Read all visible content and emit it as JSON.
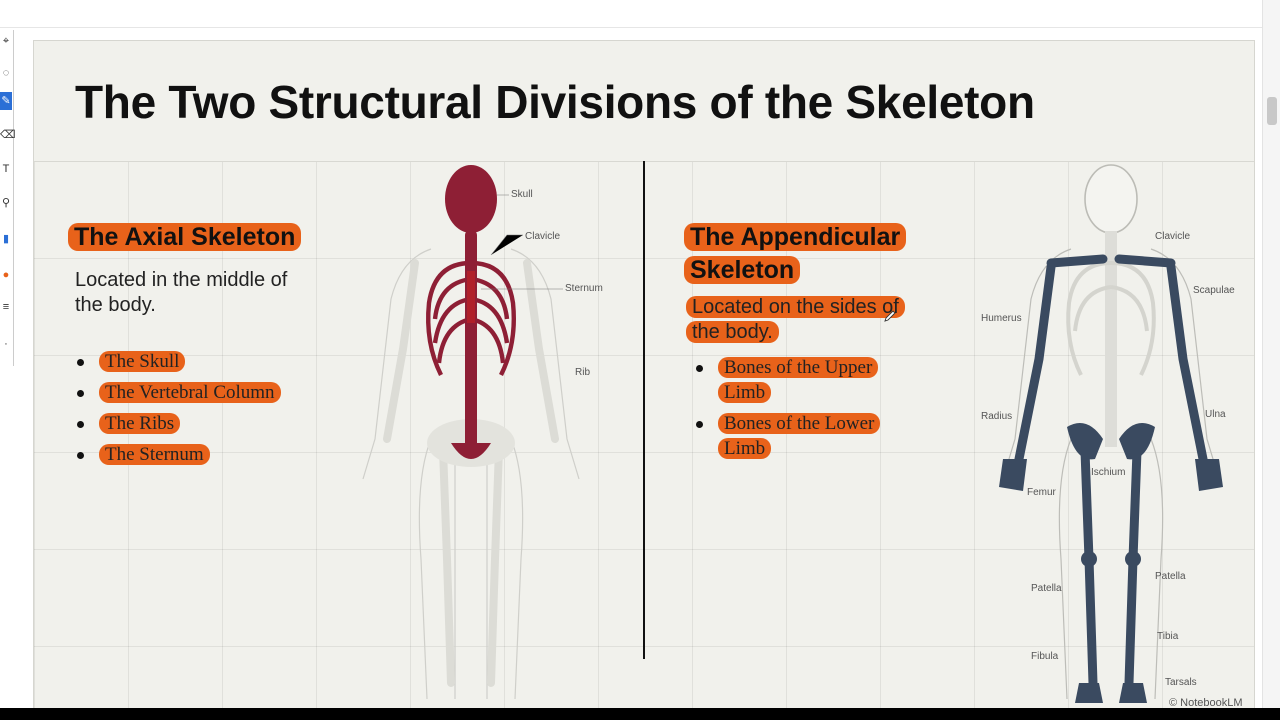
{
  "slide": {
    "title": "The Two Structural Divisions of the Skeleton",
    "highlight_color": "#e8621a",
    "axial": {
      "heading": "The Axial Skeleton",
      "description": "Located in the middle of the body.",
      "items": [
        "The Skull",
        "The Vertebral Column",
        "The Ribs",
        "The Sternum"
      ],
      "bone_color": "#8e1f35",
      "labels": [
        "Skull",
        "Clavicle",
        "Sternum",
        "Rib"
      ]
    },
    "appendicular": {
      "heading": "The Appendicular Skeleton",
      "description": "Located on the sides of the body.",
      "items": [
        "Bones of the Upper Limb",
        "Bones of the Lower Limb"
      ],
      "bone_color": "#3a4a60",
      "labels": [
        "Clavicle",
        "Scapulae",
        "Humerus",
        "Radius",
        "Ulna",
        "Ischium",
        "Femur",
        "Patella",
        "Patella",
        "Tibia",
        "Fibula",
        "Tarsals"
      ]
    },
    "watermark": "© NotebookLM"
  }
}
